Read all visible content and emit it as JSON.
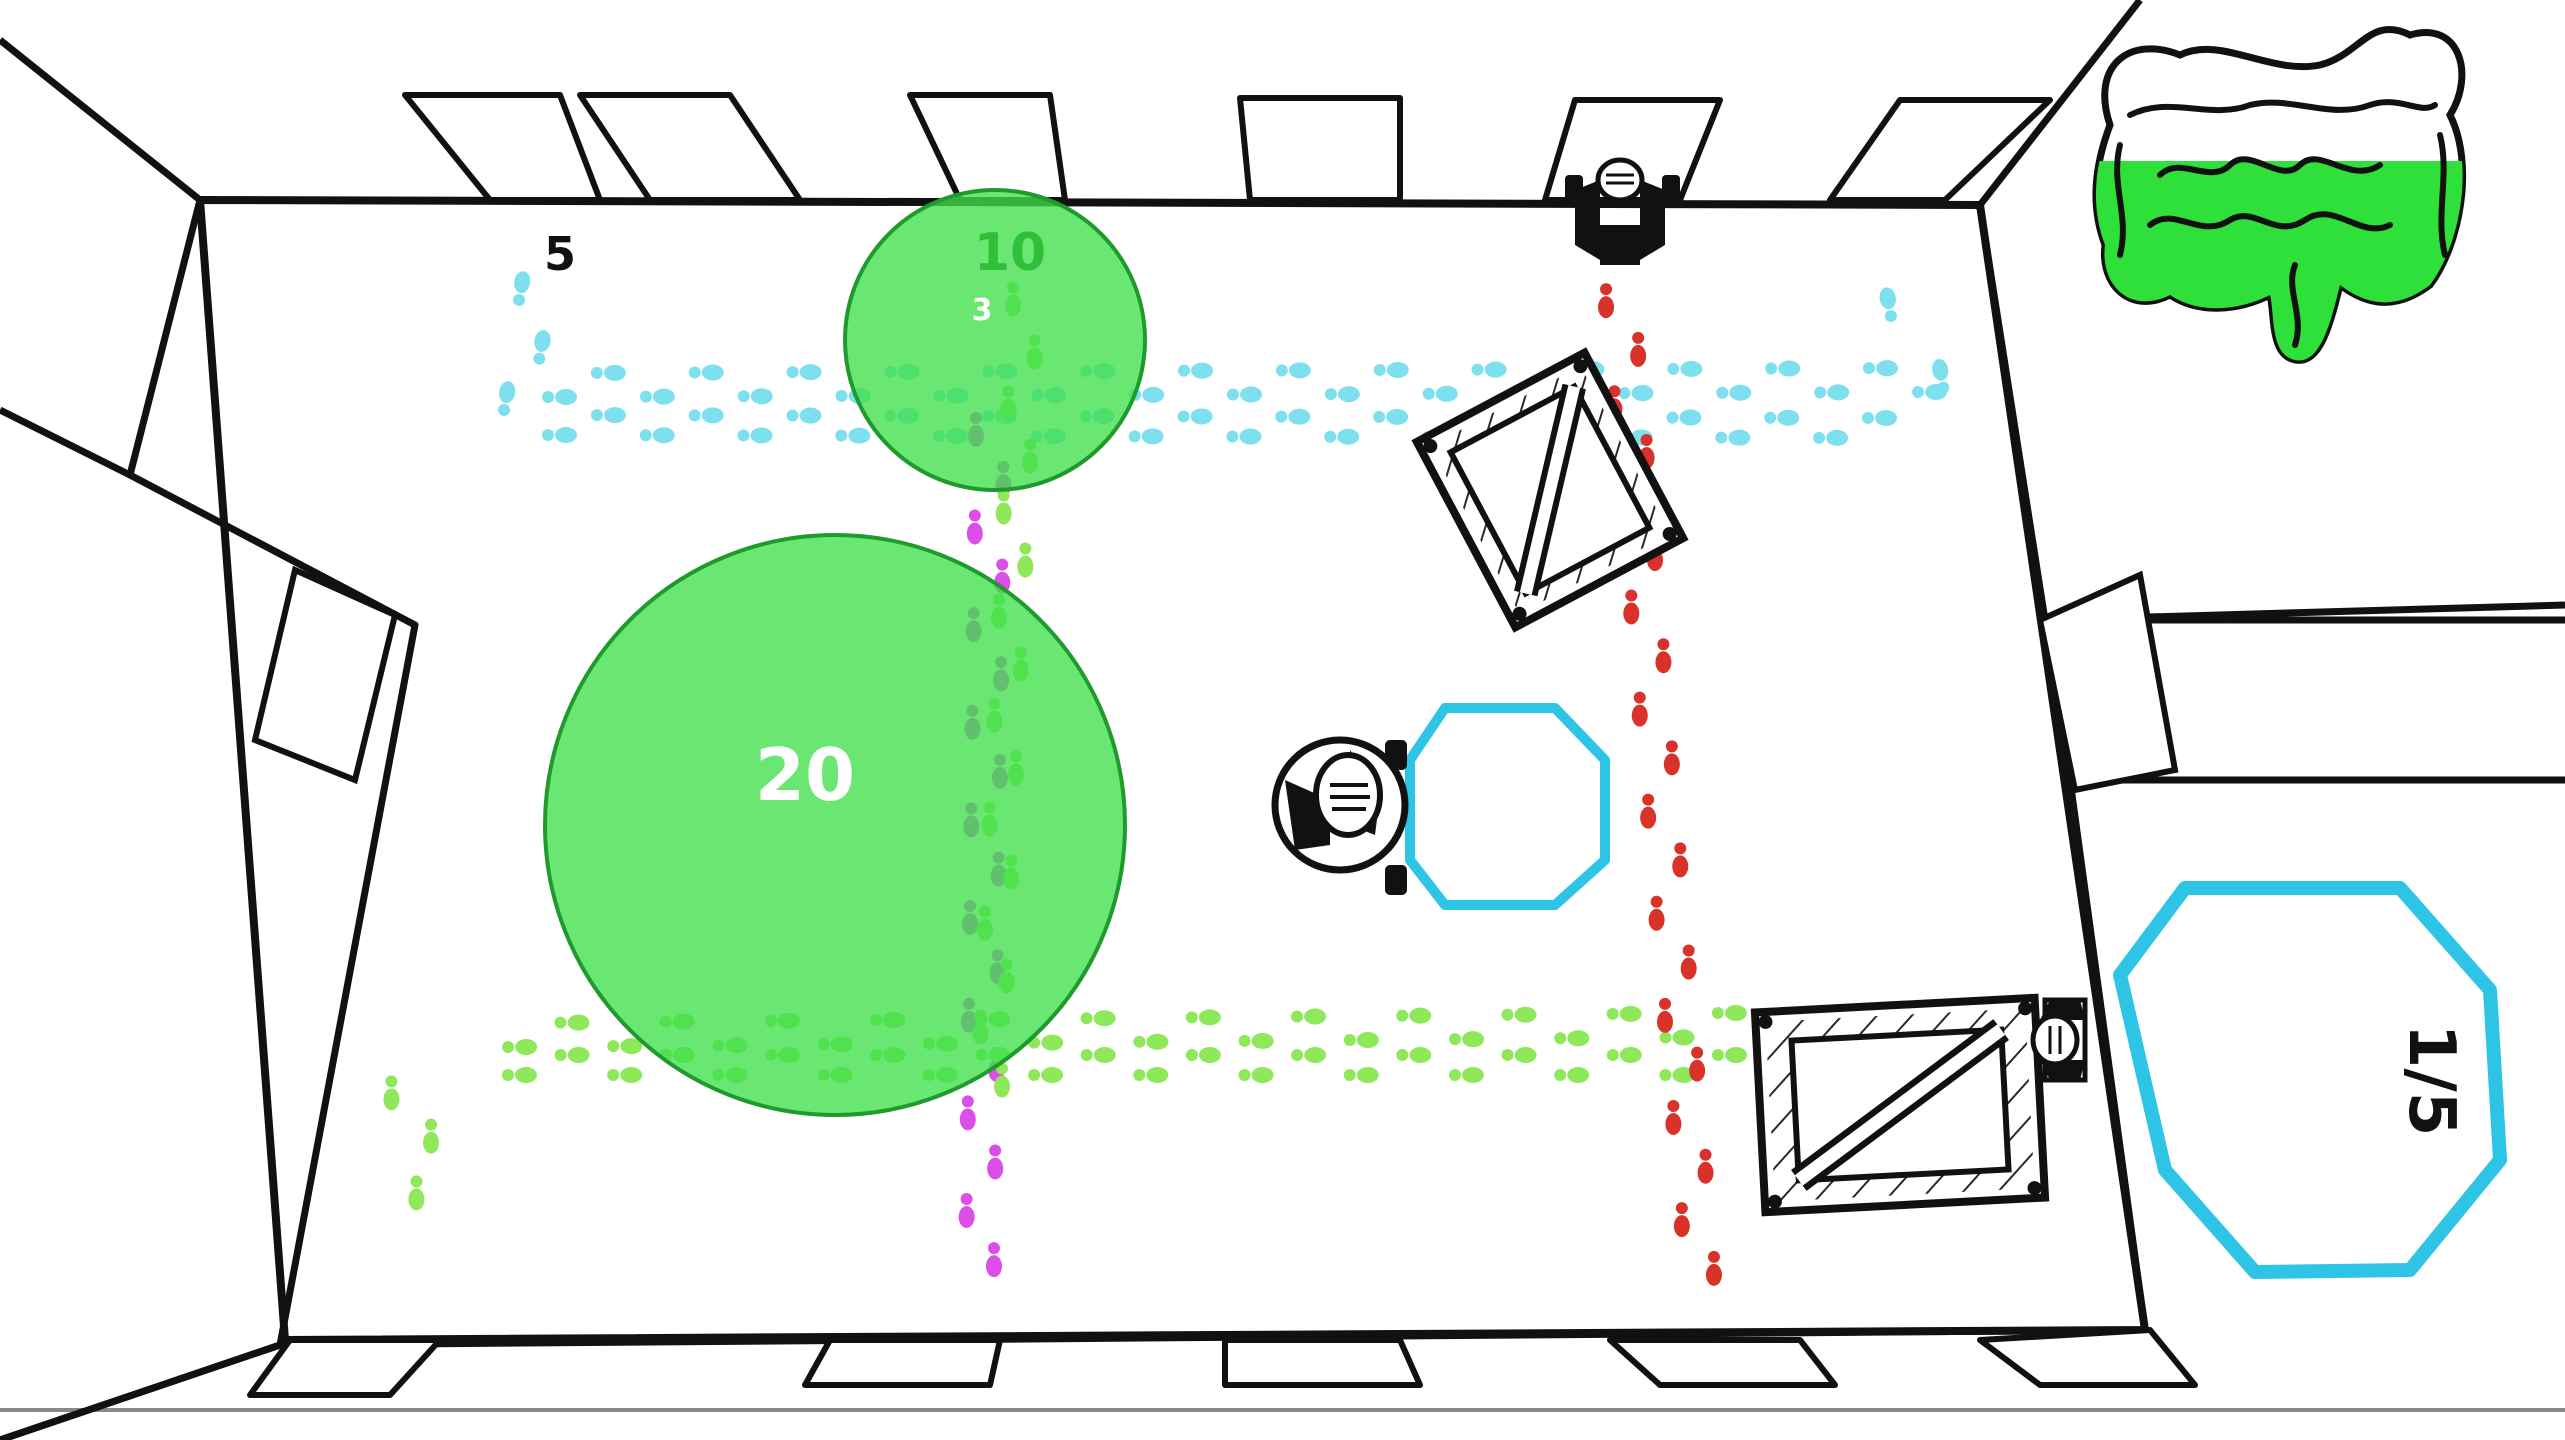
{
  "hud": {
    "timer": "5",
    "goal_progress": "1/5",
    "gut_meter_fill": 0.6
  },
  "gas_clouds": [
    {
      "id": "cloud-large",
      "value": "20",
      "sub_value": ""
    },
    {
      "id": "cloud-small",
      "value": "10",
      "sub_value": "3"
    }
  ],
  "footprint_trails": [
    {
      "name": "cyan",
      "color": "#7ee0ee"
    },
    {
      "name": "magenta",
      "color": "#dc4ee8"
    },
    {
      "name": "green",
      "color": "#8ee85a"
    },
    {
      "name": "red",
      "color": "#d8322a"
    }
  ],
  "colors": {
    "gas": "#3fe04a",
    "target_ring": "#2ec4e6",
    "outline": "#111111",
    "floor": "#ffffff"
  },
  "icons": [
    "intestine-icon",
    "crate-icon",
    "guard-icon",
    "player-icon"
  ]
}
